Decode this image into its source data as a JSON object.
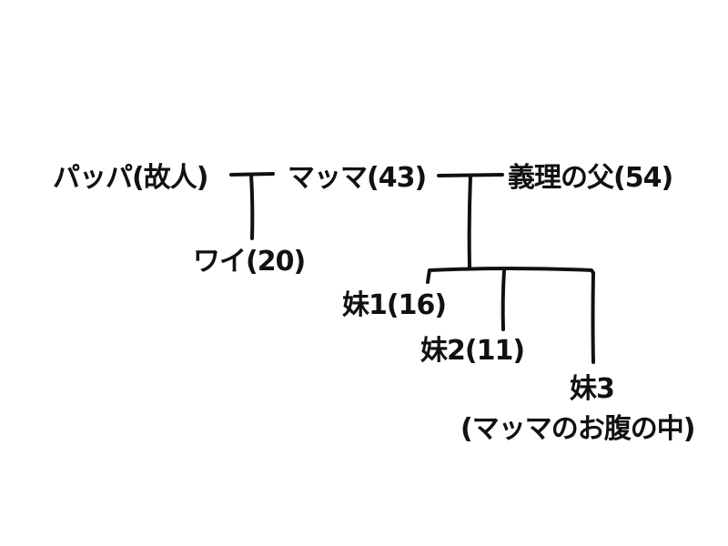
{
  "tree": {
    "papa": "パッパ(故人)",
    "mama": "マッマ(43)",
    "stepfather": "義理の父(54)",
    "me": "ワイ(20)",
    "sister1": "妹1(16)",
    "sister2": "妹2(11)",
    "sister3_name": "妹3",
    "sister3_note": "(マッマのお腹の中)"
  },
  "colors": {
    "ink": "#111111",
    "background": "#ffffff"
  }
}
